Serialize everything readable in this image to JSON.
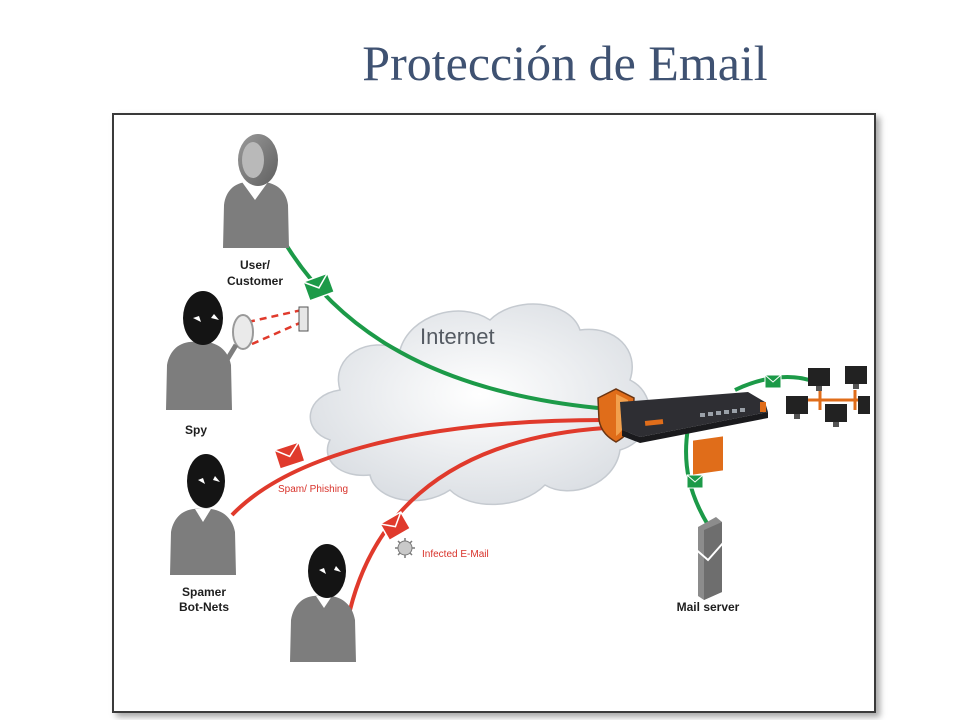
{
  "slide": {
    "title": "Protección de Email"
  },
  "diagram": {
    "cloud_label": "Internet",
    "actors": {
      "user_line1": "User/",
      "user_line2": "Customer",
      "spy": "Spy",
      "spamer_line1": "Spamer",
      "spamer_line2": "Bot-Nets"
    },
    "flows": {
      "spam": "Spam/ Phishing",
      "infected": "Infected E-Mail"
    },
    "mail_server": "Mail server",
    "colors": {
      "legit": "#1c9a48",
      "threat": "#e03a2c",
      "shield": "#e06d1a",
      "appliance": "#2e2e33",
      "person": "#7d7d7d"
    }
  }
}
